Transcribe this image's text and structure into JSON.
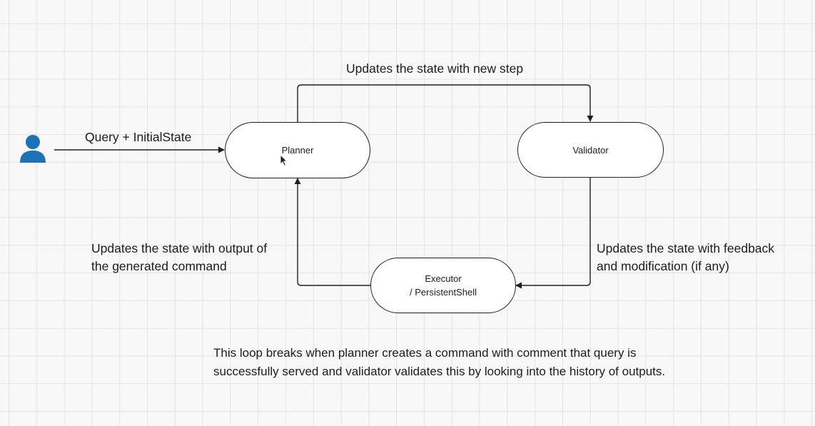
{
  "diagram": {
    "nodes": {
      "planner": {
        "label": "Planner"
      },
      "validator": {
        "label": "Validator"
      },
      "executor": {
        "line1": "Executor",
        "line2": "/ PersistentShell"
      }
    },
    "edges": {
      "query": "Query + InitialState",
      "planner_to_validator": "Updates the state with new step",
      "validator_to_executor_line1": "Updates the state with feedback",
      "validator_to_executor_line2": "and modification (if any)",
      "executor_to_planner_line1": "Updates the state with output of",
      "executor_to_planner_line2": "the generated command"
    },
    "note": {
      "line1": "This loop breaks when planner creates a command with comment that query is",
      "line2": "successfully served and validator validates this by looking into the history of outputs."
    },
    "icons": {
      "user": "user-icon",
      "cursor": "mouse-cursor-icon"
    },
    "colors": {
      "user_icon": "#1a73b8",
      "stroke": "#1f1f1f",
      "grid": "#e3e3e3"
    }
  }
}
